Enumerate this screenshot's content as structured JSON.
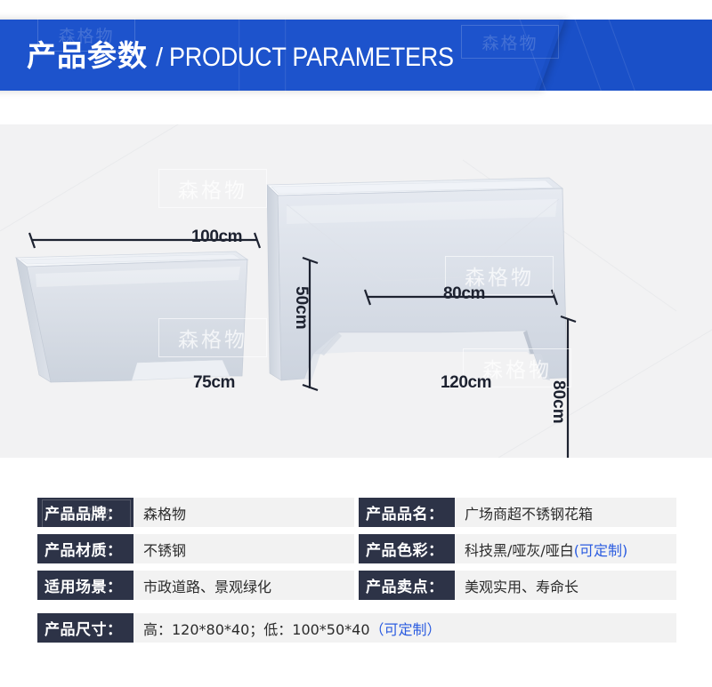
{
  "header": {
    "title_cn": "产品参数",
    "separator": "/",
    "title_en": "PRODUCT PARAMETERS",
    "banner_color": "#1a50c8",
    "banner_shade_color": "#1d53cc"
  },
  "watermark": {
    "text": "森格物"
  },
  "diagram": {
    "background_color": "#f2f2f3",
    "product_color": "#e8ebf0",
    "dimension_text_color": "#1d2230",
    "small_box": {
      "width_label": "100cm",
      "height_label": "50cm",
      "base_label": "75cm"
    },
    "large_box": {
      "width_label": "80cm",
      "height_label": "80cm",
      "base_label": "120cm"
    }
  },
  "spec_table": {
    "label_bg_color": "#2d3347",
    "value_bg_color": "#f2f2f2",
    "accent_color": "#2b5ce0",
    "left_column": [
      {
        "label": "产品品牌：",
        "value": "森格物"
      },
      {
        "label": "产品材质：",
        "value": "不锈钢"
      },
      {
        "label": "适用场景：",
        "value": "市政道路、景观绿化"
      }
    ],
    "right_column": [
      {
        "label": "产品品名：",
        "value": "广场商超不锈钢花箱",
        "value_accent": ""
      },
      {
        "label": "产品色彩：",
        "value": "科技黑/哑灰/哑白",
        "value_accent": "(可定制)"
      },
      {
        "label": "产品卖点：",
        "value": "美观实用、寿命长",
        "value_accent": ""
      }
    ],
    "full_row": {
      "label": "产品尺寸：",
      "value": "高：120*80*40；低：100*50*40 ",
      "value_accent": "（可定制）"
    }
  }
}
